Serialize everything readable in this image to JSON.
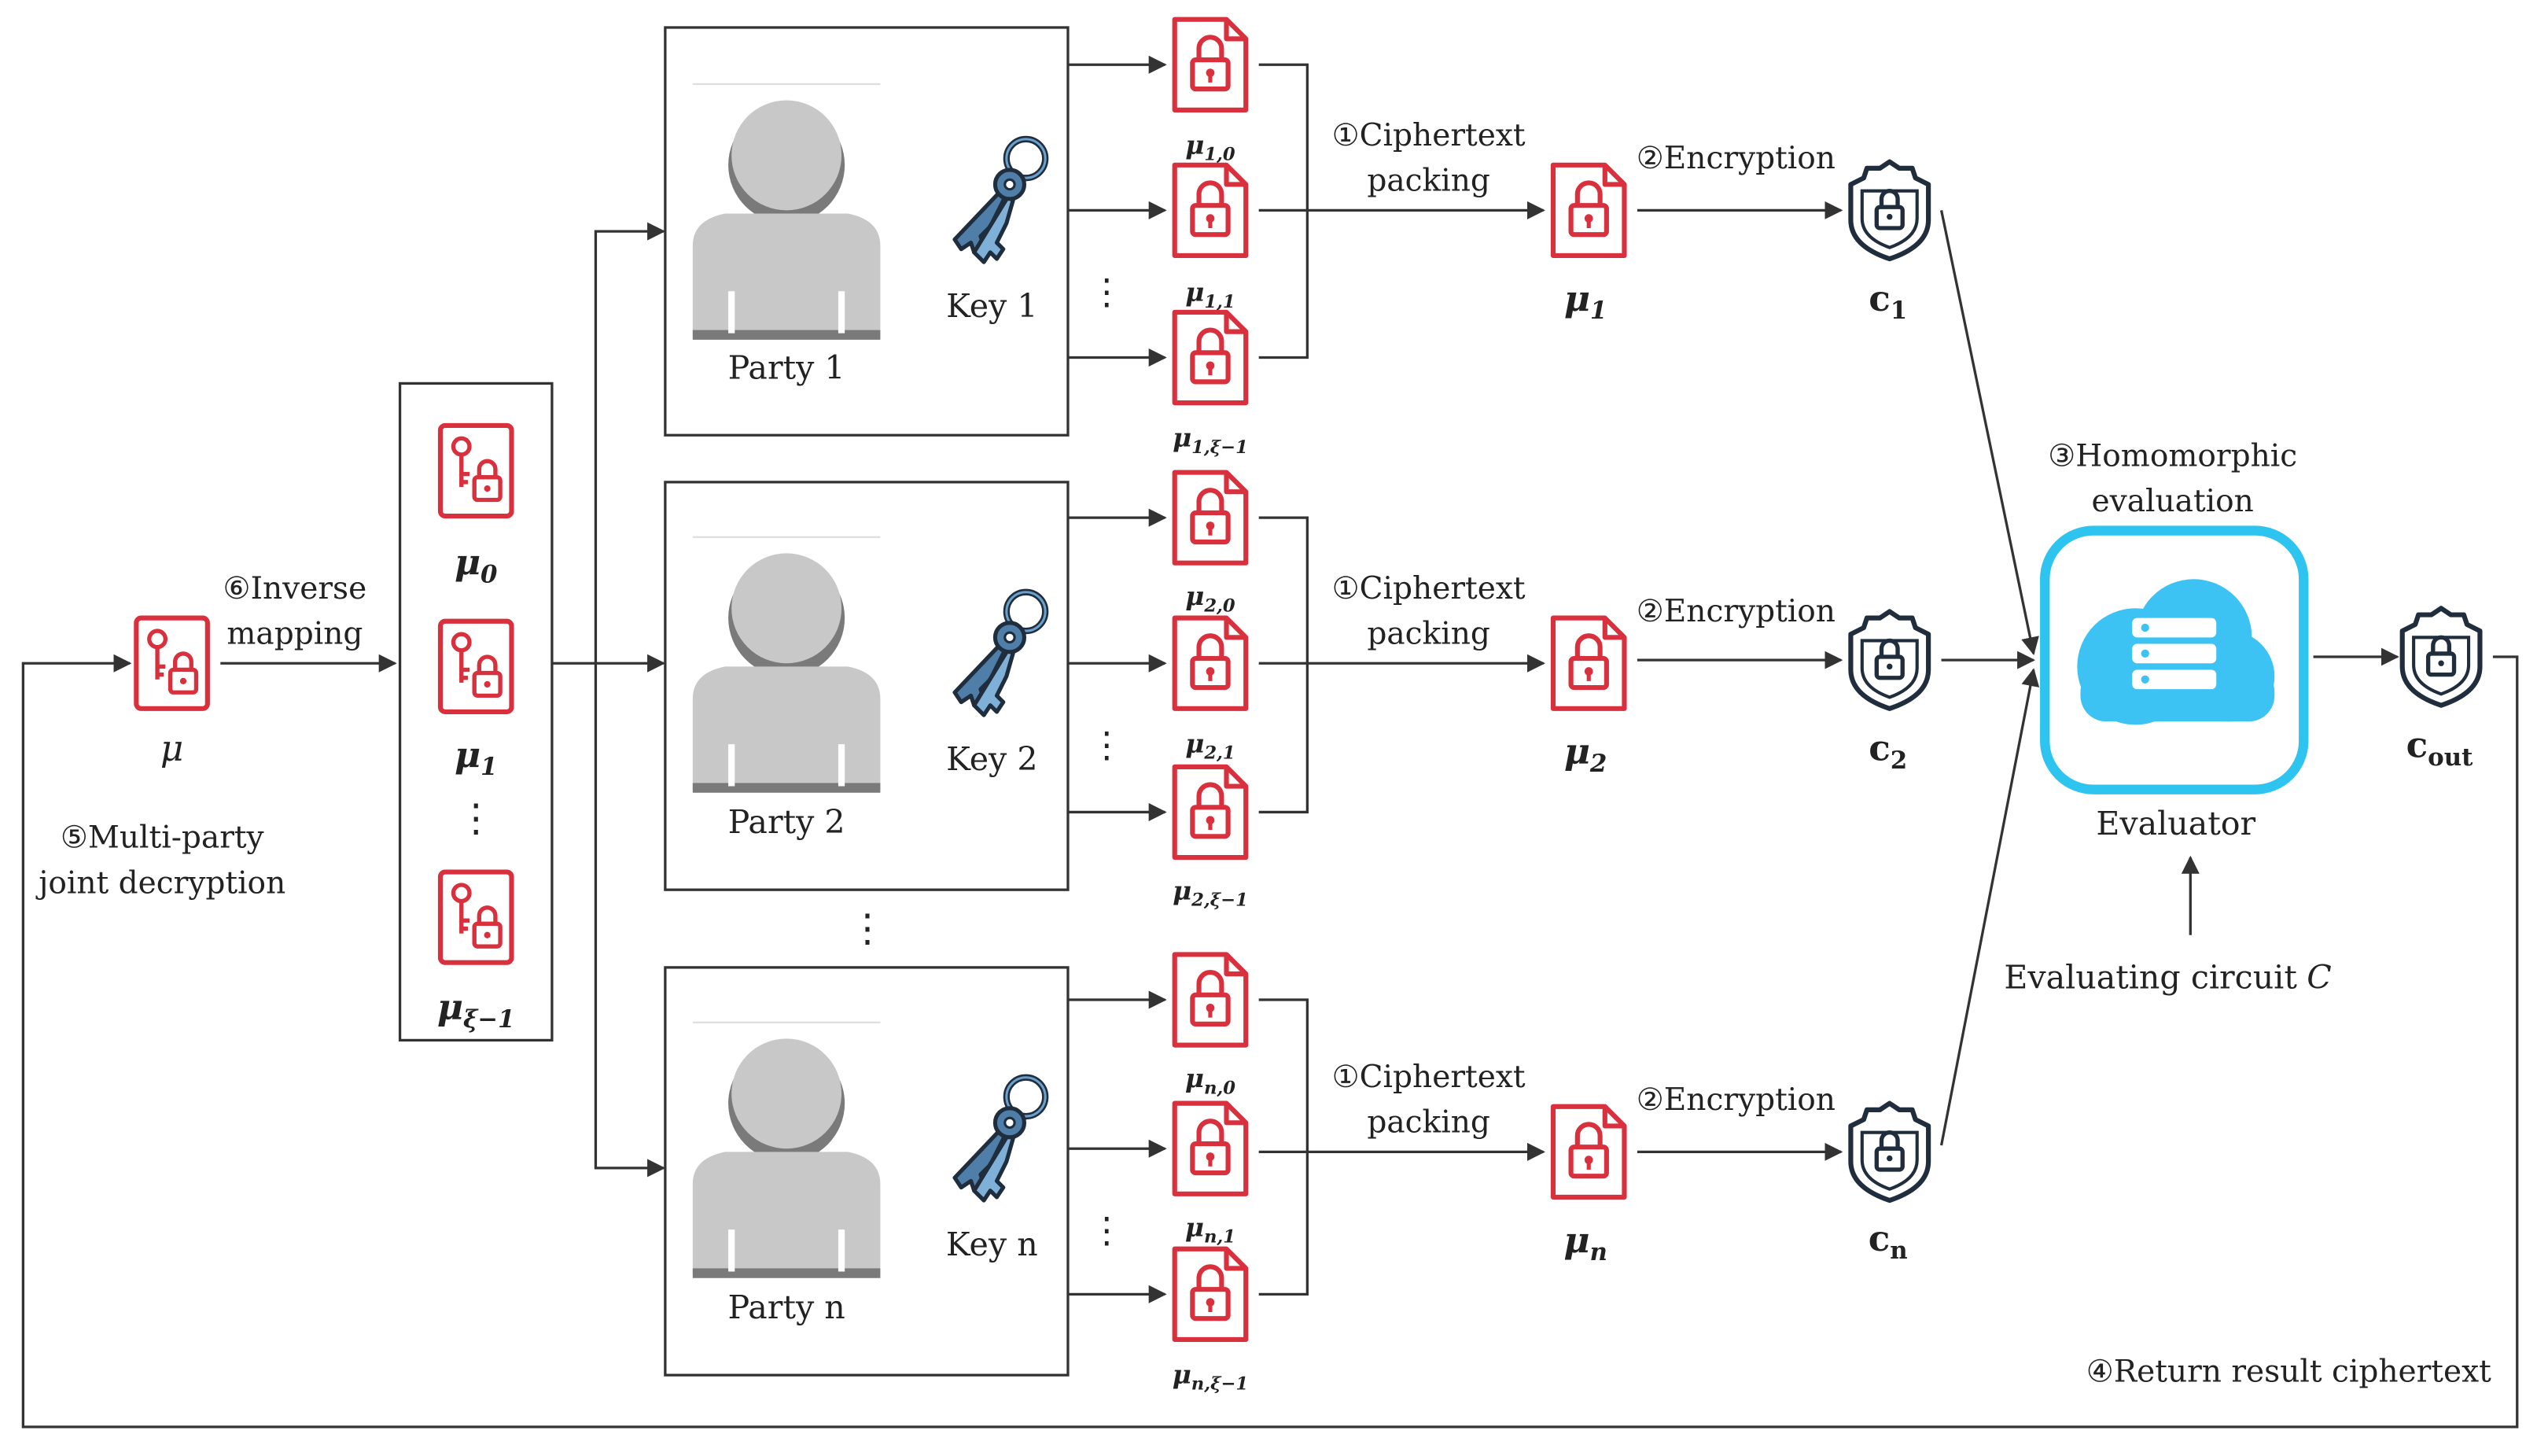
{
  "colors": {
    "line": "#333333",
    "doc_red": "#d9303d",
    "shield_dark": "#1f2d3d",
    "evaluator_cyan": "#2ec4f0",
    "cloud_fill": "#3cc3f3",
    "person_gray": "#c8c8c8",
    "person_dark": "#7a7a7a",
    "key_blue": "#4f7fa8"
  },
  "icons": {
    "document": "locked-document-icon",
    "key_document": "key-lock-document-icon",
    "shield": "padlock-shield-icon",
    "key": "key-ring-icon",
    "person": "person-silhouette-icon",
    "cloud": "cloud-server-icon"
  },
  "left": {
    "mu": "μ",
    "step6_line1": "⑥Inverse",
    "step6_line2": "mapping",
    "step5_line1": "⑤Multi-party",
    "step5_line2": "joint decryption",
    "split_labels": [
      "μ",
      "0",
      "μ",
      "1",
      "⋮",
      "μ",
      "ξ−1"
    ]
  },
  "parties": [
    {
      "party_label": "Party 1",
      "key_label": "Key 1",
      "shares": [
        [
          "μ",
          "1,0"
        ],
        [
          "μ",
          "1,1"
        ],
        [
          "μ",
          "1,ξ−1"
        ]
      ],
      "packed": [
        "μ",
        "1"
      ],
      "cipher": [
        "c",
        "1"
      ]
    },
    {
      "party_label": "Party 2",
      "key_label": "Key 2",
      "shares": [
        [
          "μ",
          "2,0"
        ],
        [
          "μ",
          "2,1"
        ],
        [
          "μ",
          "2,ξ−1"
        ]
      ],
      "packed": [
        "μ",
        "2"
      ],
      "cipher": [
        "c",
        "2"
      ]
    },
    {
      "party_label": "Party n",
      "key_label": "Key n",
      "shares": [
        [
          "μ",
          "n,0"
        ],
        [
          "μ",
          "n,1"
        ],
        [
          "μ",
          "n,ξ−1"
        ]
      ],
      "packed": [
        "μ",
        "n"
      ],
      "cipher": [
        "c",
        "n"
      ]
    }
  ],
  "steps": {
    "packing_line1": "①Ciphertext",
    "packing_line2": "packing",
    "encryption": "②Encryption",
    "homomorphic_line1": "③Homomorphic",
    "homomorphic_line2": "evaluation",
    "return_result": "④Return result ciphertext"
  },
  "evaluator": {
    "label": "Evaluator",
    "circuit_text": "Evaluating circuit",
    "circuit_symbol": "C"
  },
  "output": {
    "cipher": [
      "c",
      "out"
    ]
  },
  "dots": "⋮"
}
